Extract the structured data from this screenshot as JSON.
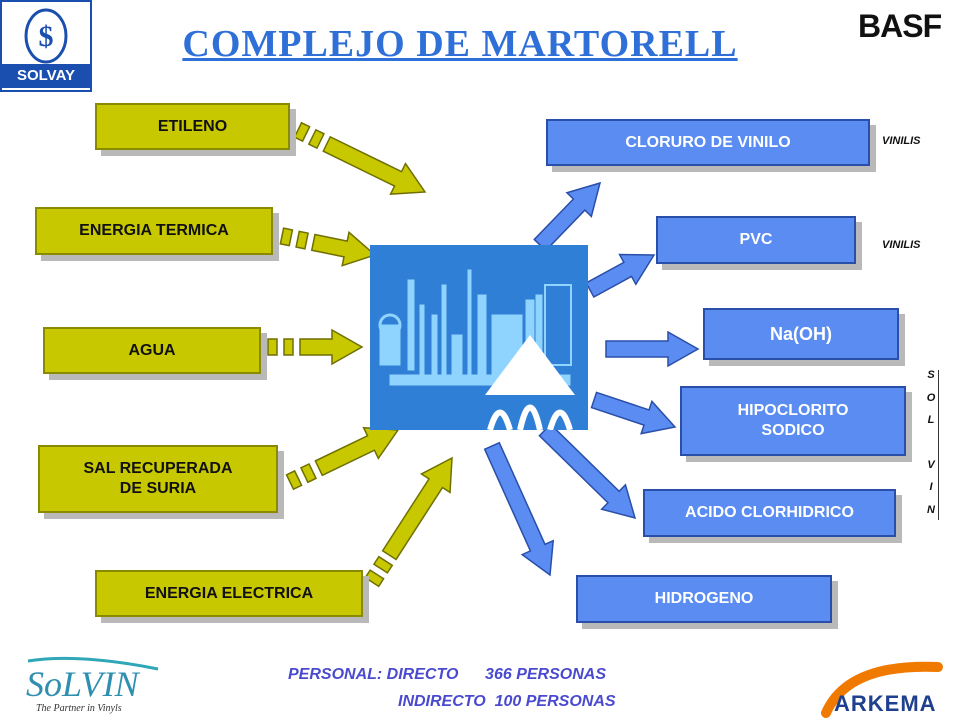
{
  "title": "COMPLEJO DE MARTORELL",
  "logos": {
    "solvay": "SOLVAY",
    "basf": "BASF",
    "solvin": "SoLVIN",
    "solvin_tagline": "The Partner in Vinyls",
    "arkema": "ARKEMA"
  },
  "inputs": [
    "ETILENO",
    "ENERGIA TERMICA",
    "AGUA",
    "SAL RECUPERADA\nDE SURIA",
    "ENERGIA ELECTRICA"
  ],
  "outputs": [
    "CLORURO DE VINILO",
    "PVC",
    "Na(OH)",
    "HIPOCLORITO\nSODICO",
    "ACIDO CLORHIDRICO",
    "HIDROGENO"
  ],
  "side_labels": {
    "vinilis_1": "VINILIS",
    "vinilis_2": "VINILIS",
    "solvin_letters": [
      "S",
      "O",
      "L",
      "V",
      "I",
      "N"
    ]
  },
  "footer": {
    "line1": "PERSONAL: DIRECTO      366 PERSONAS",
    "line2": "INDIRECTO  100 PERSONAS"
  },
  "colors": {
    "input_fill": "#c8c800",
    "output_fill": "#5a8cf2",
    "title": "#2f6fd8",
    "center_image": "#2f7fd6"
  }
}
